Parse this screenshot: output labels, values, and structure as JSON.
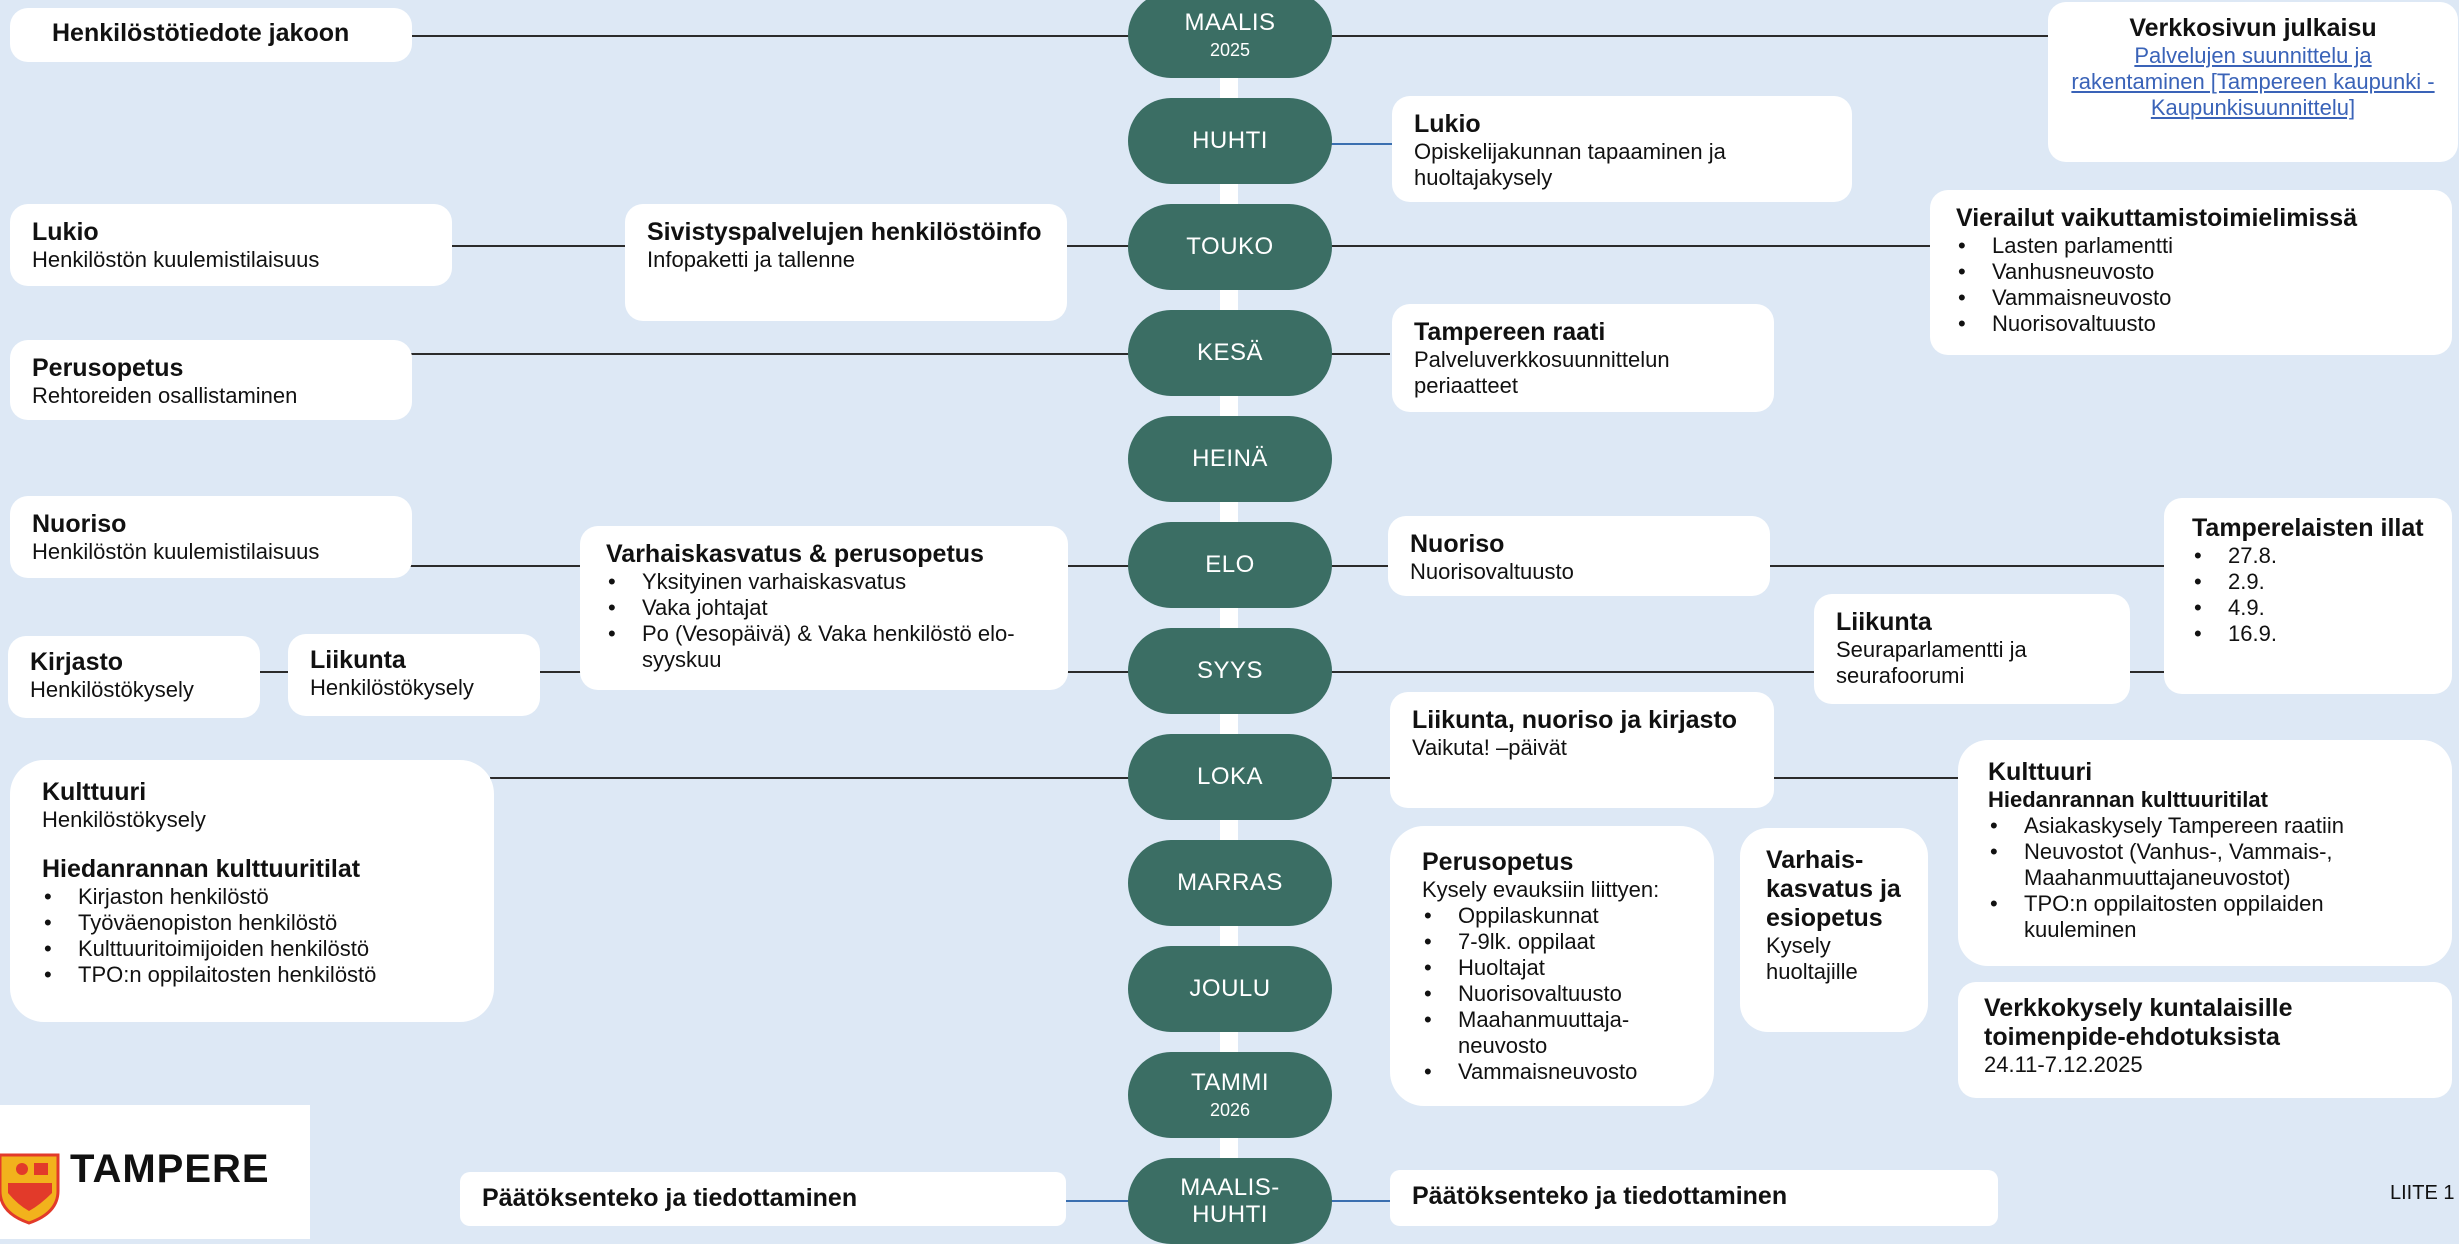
{
  "months": [
    {
      "name": "MAALIS",
      "year": "2025"
    },
    {
      "name": "HUHTI",
      "year": ""
    },
    {
      "name": "TOUKO",
      "year": ""
    },
    {
      "name": "KESÄ",
      "year": ""
    },
    {
      "name": "HEINÄ",
      "year": ""
    },
    {
      "name": "ELO",
      "year": ""
    },
    {
      "name": "SYYS",
      "year": ""
    },
    {
      "name": "LOKA",
      "year": ""
    },
    {
      "name": "MARRAS",
      "year": ""
    },
    {
      "name": "JOULU",
      "year": ""
    },
    {
      "name": "TAMMI",
      "year": "2026"
    },
    {
      "name": "MAALIS-\nHUHTI",
      "year": ""
    }
  ],
  "boxes": {
    "tiedote": {
      "title": "Henkilöstötiedote jakoon"
    },
    "verkkosivu": {
      "title": "Verkkosivun julkaisu",
      "link": "Palvelujen suunnittelu ja rakentaminen [Tampereen kaupunki - Kaupunkisuunnittelu]"
    },
    "lukio_huhti": {
      "title": "Lukio",
      "text": "Opiskelijakunnan tapaaminen ja huoltajakysely"
    },
    "lukio_touko": {
      "title": "Lukio",
      "text": "Henkilöstön kuulemistilaisuus"
    },
    "sivistys": {
      "title": "Sivistyspalvelujen henkilöstöinfo",
      "text": "Infopaketti ja tallenne"
    },
    "vierailut": {
      "title": "Vierailut vaikuttamistoimielimissä",
      "items": [
        "Lasten parlamentti",
        "Vanhusneuvosto",
        "Vammaisneuvosto",
        "Nuorisovaltuusto"
      ]
    },
    "perusopetus_kesa": {
      "title": "Perusopetus",
      "text": "Rehtoreiden osallistaminen"
    },
    "raati": {
      "title": "Tampereen raati",
      "text": "Palveluverkkosuunnittelun periaatteet"
    },
    "nuoriso_left": {
      "title": "Nuoriso",
      "text": "Henkilöstön kuulemistilaisuus"
    },
    "varhaiskasvatus": {
      "title": "Varhaiskasvatus & perusopetus",
      "items": [
        "Yksityinen varhaiskasvatus",
        "Vaka johtajat",
        "Po (Vesopäivä) & Vaka henkilöstö elo-syyskuu"
      ]
    },
    "nuoriso_right": {
      "title": "Nuoriso",
      "text": "Nuorisovaltuusto"
    },
    "illat": {
      "title": "Tamperelaisten illat",
      "items": [
        "27.8.",
        "2.9.",
        "4.9.",
        "16.9."
      ]
    },
    "kirjasto": {
      "title": "Kirjasto",
      "text": "Henkilöstökysely"
    },
    "liikunta_left": {
      "title": "Liikunta",
      "text": "Henkilöstökysely"
    },
    "liikunta_right": {
      "title": "Liikunta",
      "text": "Seuraparlamentti ja seurafoorumi"
    },
    "liikunta_nuoriso": {
      "title": "Liikunta, nuoriso ja kirjasto",
      "text": "Vaikuta! –päivät"
    },
    "kulttuuri_left": {
      "title": "Kulttuuri",
      "text": "Henkilöstökysely",
      "title2": "Hiedanrannan kulttuuritilat",
      "items": [
        "Kirjaston henkilöstö",
        "Työväenopiston henkilöstö",
        "Kulttuuritoimijoiden henkilöstö",
        "TPO:n oppilaitosten henkilöstö"
      ]
    },
    "kulttuuri_right": {
      "title": "Kulttuuri",
      "subtitle": "Hiedanrannan kulttuuritilat",
      "items": [
        "Asiakaskysely Tampereen raatiin",
        "Neuvostot (Vanhus-, Vammais-, Maahanmuuttajaneuvostot)",
        "TPO:n oppilaitosten oppilaiden kuuleminen"
      ]
    },
    "perusopetus_marras": {
      "title": "Perusopetus",
      "text": "Kysely evauksiin liittyen:",
      "items": [
        "Oppilaskunnat",
        "7-9lk. oppilaat",
        "Huoltajat",
        "Nuorisovaltuusto",
        "Maahanmuuttaja-neuvosto",
        "Vammaisneuvosto"
      ]
    },
    "varhais_esiopetus": {
      "title": "Varhais-kasvatus ja esiopetus",
      "text": "Kysely huoltajille"
    },
    "verkkokysely": {
      "title": "Verkkokysely kuntalaisille toimenpide-ehdotuksista",
      "text": "24.11-7.12.2025"
    },
    "paatos_left": {
      "title": "Päätöksenteko ja tiedottaminen"
    },
    "paatos_right": {
      "title": "Päätöksenteko ja tiedottaminen"
    }
  },
  "logo": {
    "text": "TAMPERE"
  },
  "liite": "LIITE 1",
  "colors": {
    "background": "#dde8f5",
    "month": "#3b6e64",
    "link": "#3a63b8"
  }
}
